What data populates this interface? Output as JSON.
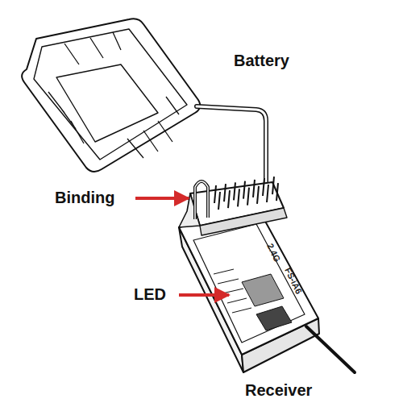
{
  "diagram": {
    "labels": [
      "Battery",
      "Binding",
      "LED",
      "Receiver",
      "FS-iA6",
      "2.4G"
    ]
  }
}
